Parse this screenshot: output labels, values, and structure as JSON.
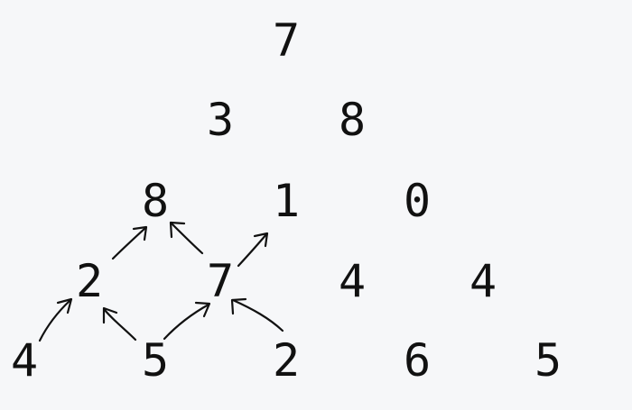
{
  "triangle": {
    "rows": [
      [
        "7"
      ],
      [
        "3",
        "8"
      ],
      [
        "8",
        "1",
        "0"
      ],
      [
        "2",
        "7",
        "4",
        "4"
      ],
      [
        "4",
        "5",
        "2",
        "6",
        "5"
      ]
    ]
  },
  "colors": {
    "background": "#f6f7f9",
    "digits": "#111111",
    "arrows": "#111111"
  }
}
